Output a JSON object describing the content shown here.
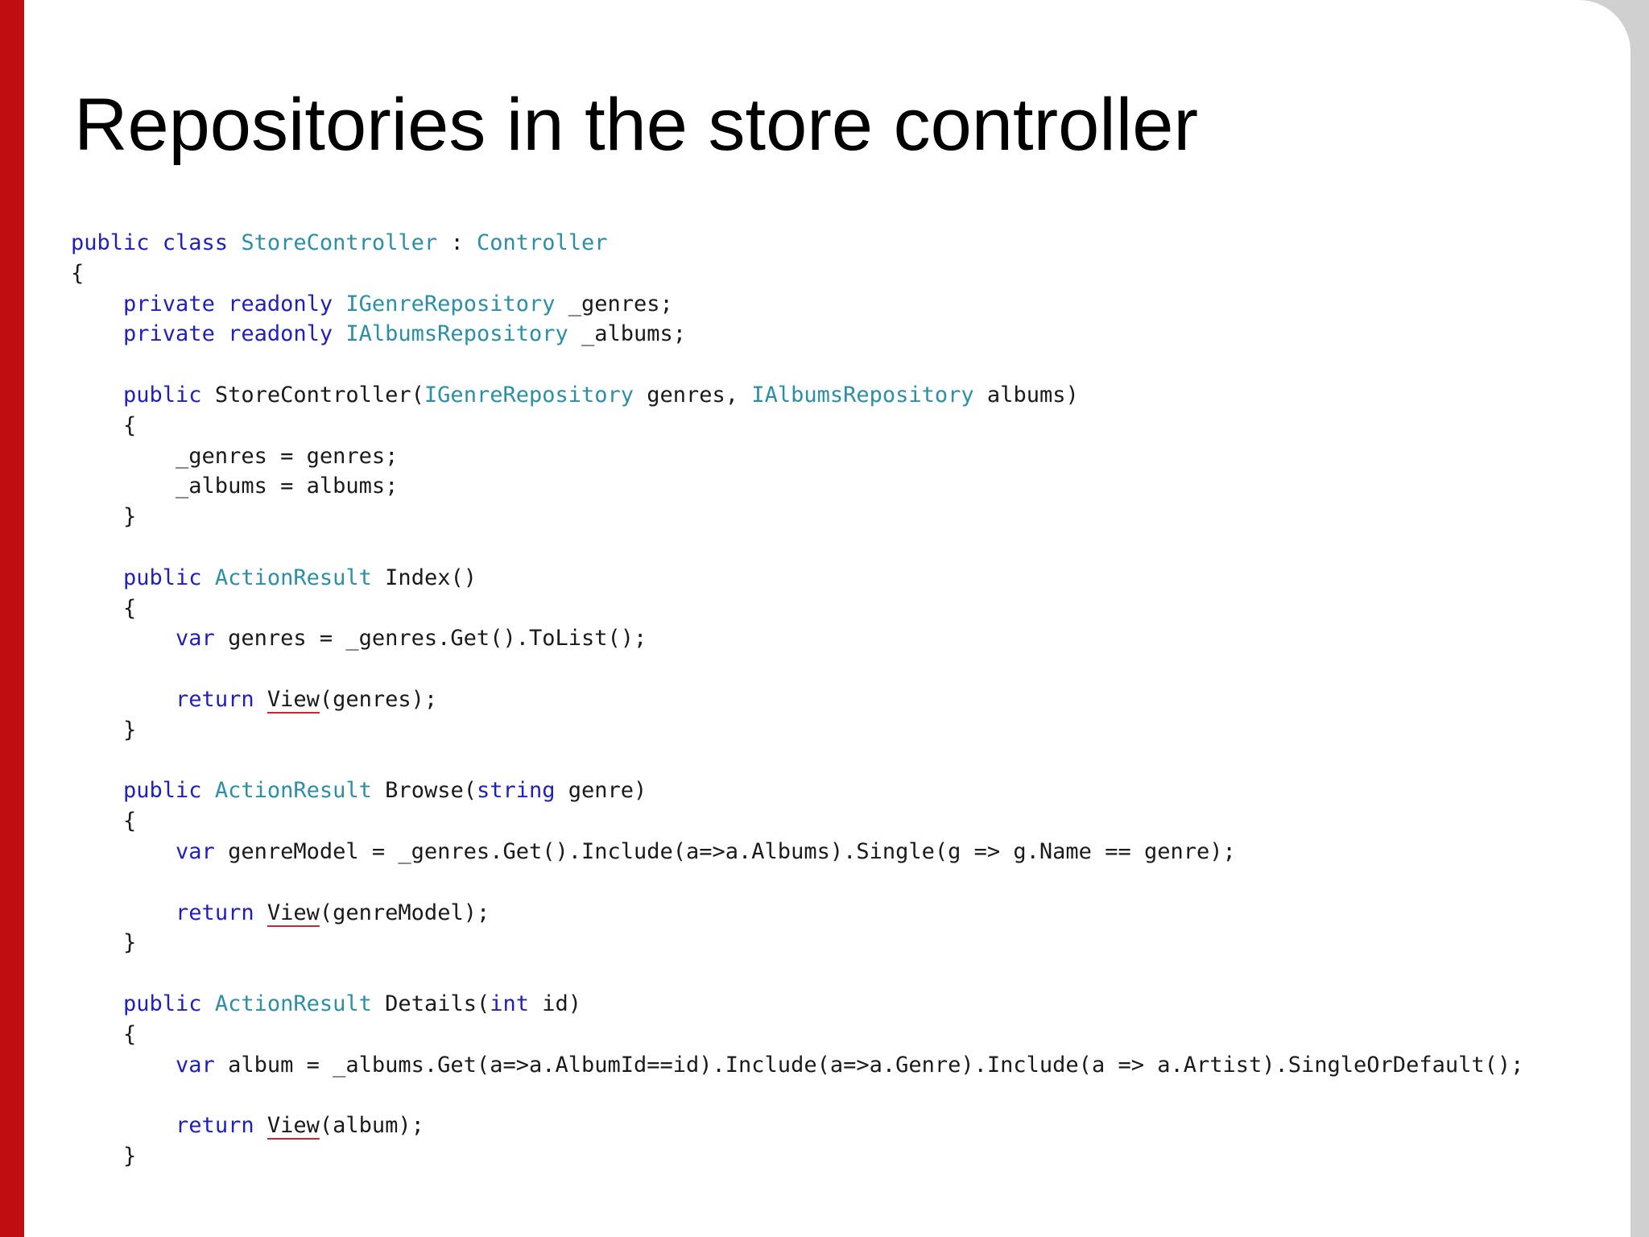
{
  "slide": {
    "title": "Repositories in the store controller",
    "accent_color": "#c00d12"
  },
  "code": {
    "keyword_color": "#1f1fbd",
    "type_color": "#2b8fa6",
    "error_underline_color": "#c8282e",
    "lines": [
      [
        {
          "k": "kw",
          "t": "public class"
        },
        {
          "k": "tx",
          "t": " "
        },
        {
          "k": "ty",
          "t": "StoreController"
        },
        {
          "k": "tx",
          "t": " : "
        },
        {
          "k": "ty",
          "t": "Controller"
        }
      ],
      [
        {
          "k": "tx",
          "t": "{"
        }
      ],
      [
        {
          "k": "tx",
          "t": "    "
        },
        {
          "k": "kw",
          "t": "private readonly"
        },
        {
          "k": "tx",
          "t": " "
        },
        {
          "k": "ty",
          "t": "IGenreRepository"
        },
        {
          "k": "tx",
          "t": " _genres;"
        }
      ],
      [
        {
          "k": "tx",
          "t": "    "
        },
        {
          "k": "kw",
          "t": "private readonly"
        },
        {
          "k": "tx",
          "t": " "
        },
        {
          "k": "ty",
          "t": "IAlbumsRepository"
        },
        {
          "k": "tx",
          "t": " _albums;"
        }
      ],
      [],
      [
        {
          "k": "tx",
          "t": "    "
        },
        {
          "k": "kw",
          "t": "public"
        },
        {
          "k": "tx",
          "t": " StoreController("
        },
        {
          "k": "ty",
          "t": "IGenreRepository"
        },
        {
          "k": "tx",
          "t": " genres, "
        },
        {
          "k": "ty",
          "t": "IAlbumsRepository"
        },
        {
          "k": "tx",
          "t": " albums)"
        }
      ],
      [
        {
          "k": "tx",
          "t": "    {"
        }
      ],
      [
        {
          "k": "tx",
          "t": "        _genres = genres;"
        }
      ],
      [
        {
          "k": "tx",
          "t": "        _albums = albums;"
        }
      ],
      [
        {
          "k": "tx",
          "t": "    }"
        }
      ],
      [],
      [
        {
          "k": "tx",
          "t": "    "
        },
        {
          "k": "kw",
          "t": "public"
        },
        {
          "k": "tx",
          "t": " "
        },
        {
          "k": "ty",
          "t": "ActionResult"
        },
        {
          "k": "tx",
          "t": " Index()"
        }
      ],
      [
        {
          "k": "tx",
          "t": "    {"
        }
      ],
      [
        {
          "k": "tx",
          "t": "        "
        },
        {
          "k": "kw",
          "t": "var"
        },
        {
          "k": "tx",
          "t": " genres = _genres.Get().ToList();"
        }
      ],
      [],
      [
        {
          "k": "tx",
          "t": "        "
        },
        {
          "k": "kw",
          "t": "return"
        },
        {
          "k": "tx",
          "t": " "
        },
        {
          "k": "sq",
          "t": "View"
        },
        {
          "k": "tx",
          "t": "(genres);"
        }
      ],
      [
        {
          "k": "tx",
          "t": "    }"
        }
      ],
      [],
      [
        {
          "k": "tx",
          "t": "    "
        },
        {
          "k": "kw",
          "t": "public"
        },
        {
          "k": "tx",
          "t": " "
        },
        {
          "k": "ty",
          "t": "ActionResult"
        },
        {
          "k": "tx",
          "t": " Browse("
        },
        {
          "k": "kw",
          "t": "string"
        },
        {
          "k": "tx",
          "t": " genre)"
        }
      ],
      [
        {
          "k": "tx",
          "t": "    {"
        }
      ],
      [
        {
          "k": "tx",
          "t": "        "
        },
        {
          "k": "kw",
          "t": "var"
        },
        {
          "k": "tx",
          "t": " genreModel = _genres.Get().Include(a=>a.Albums).Single(g => g.Name == genre);"
        }
      ],
      [],
      [
        {
          "k": "tx",
          "t": "        "
        },
        {
          "k": "kw",
          "t": "return"
        },
        {
          "k": "tx",
          "t": " "
        },
        {
          "k": "sq",
          "t": "View"
        },
        {
          "k": "tx",
          "t": "(genreModel);"
        }
      ],
      [
        {
          "k": "tx",
          "t": "    }"
        }
      ],
      [],
      [
        {
          "k": "tx",
          "t": "    "
        },
        {
          "k": "kw",
          "t": "public"
        },
        {
          "k": "tx",
          "t": " "
        },
        {
          "k": "ty",
          "t": "ActionResult"
        },
        {
          "k": "tx",
          "t": " Details("
        },
        {
          "k": "kw",
          "t": "int"
        },
        {
          "k": "tx",
          "t": " id)"
        }
      ],
      [
        {
          "k": "tx",
          "t": "    {"
        }
      ],
      [
        {
          "k": "tx",
          "t": "        "
        },
        {
          "k": "kw",
          "t": "var"
        },
        {
          "k": "tx",
          "t": " album = _albums.Get(a=>a.AlbumId==id).Include(a=>a.Genre).Include(a => a.Artist).SingleOrDefault();"
        }
      ],
      [],
      [
        {
          "k": "tx",
          "t": "        "
        },
        {
          "k": "kw",
          "t": "return"
        },
        {
          "k": "tx",
          "t": " "
        },
        {
          "k": "sq",
          "t": "View"
        },
        {
          "k": "tx",
          "t": "(album);"
        }
      ],
      [
        {
          "k": "tx",
          "t": "    }"
        }
      ]
    ]
  }
}
